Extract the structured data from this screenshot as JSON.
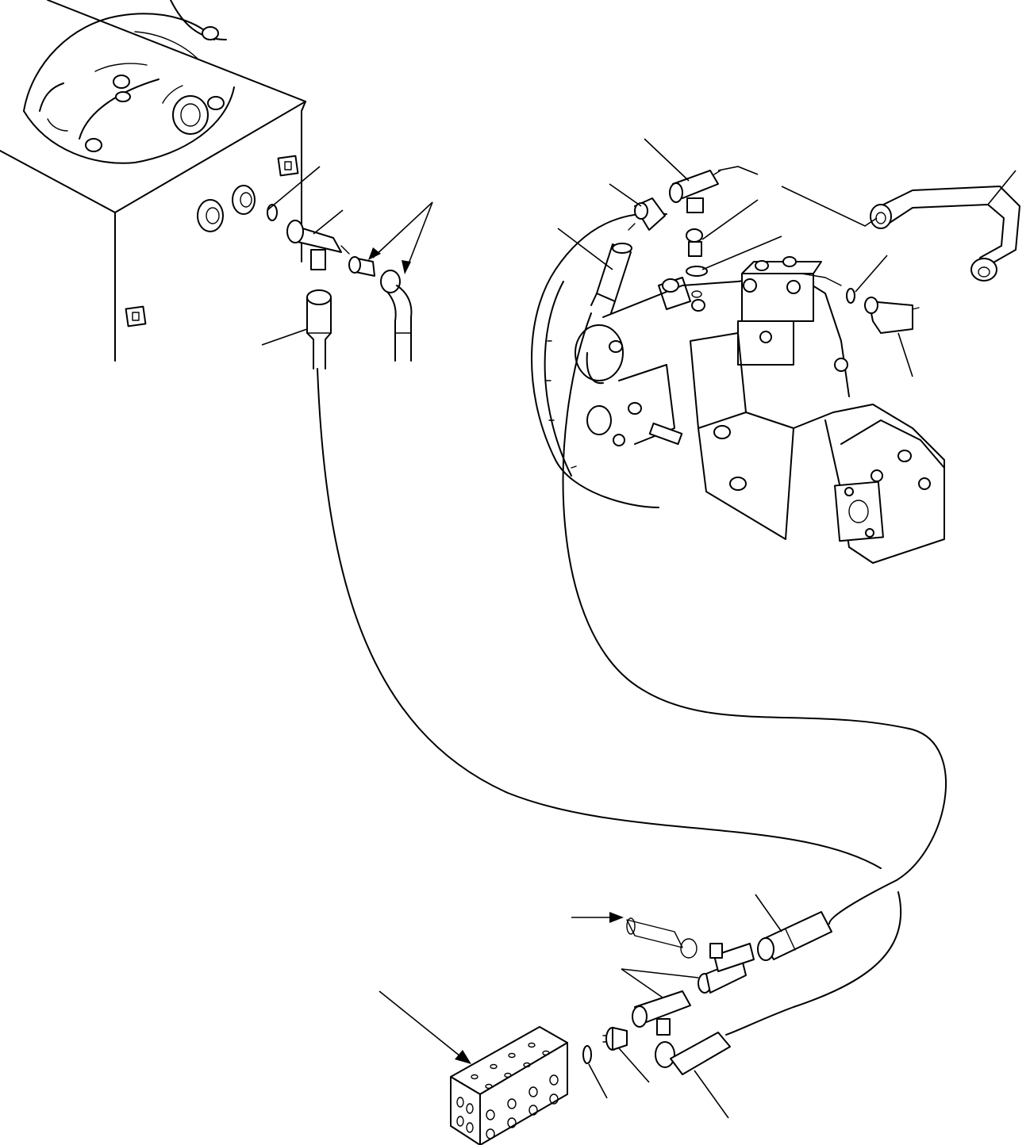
{
  "diagram": {
    "colors": {
      "line": "#000000",
      "background": "#ffffff"
    },
    "components": [
      "hydraulic-tank",
      "main-hydraulic-pump",
      "pilot-manifold-block",
      "pump-tee-fitting",
      "tank-tee-fitting",
      "manifold-tee-fitting",
      "elbow-fitting",
      "pressure-hose",
      "return-hose",
      "pilot-tube",
      "o-rings",
      "connectors"
    ],
    "callout_count": 21
  }
}
